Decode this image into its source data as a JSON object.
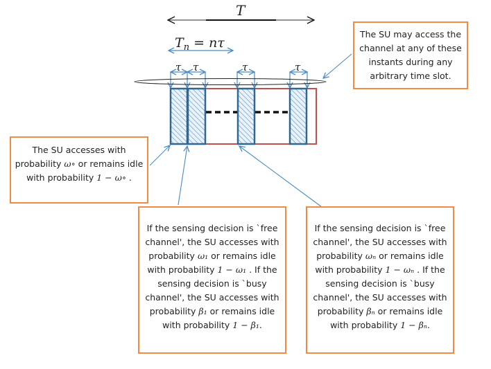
{
  "diagram": {
    "labels": {
      "frame_duration": "T",
      "sensing_duration": "Tn = nτ",
      "minislot": "τ"
    },
    "minislot_labels": [
      "τ",
      "τ",
      "τ",
      "τ"
    ],
    "slot_count_symbol": "n",
    "colors": {
      "slot_border": "#2e6890",
      "slot_hatch": "#8fb6d8",
      "frame_border": "#c0504d",
      "callout_border": "#f28a43",
      "arrow": "#4a8bc4",
      "dashes": "#111111"
    }
  },
  "callouts": {
    "instants": {
      "lines": [
        "The SU may access the",
        "channel at any of these",
        "instants during any",
        "arbitrary time slot."
      ]
    },
    "first": {
      "line1": "The SU accesses with",
      "line2_a": "probability ",
      "line2_m": "ω∘",
      "line2_b": " or remains idle",
      "line3_a": "with probability ",
      "line3_m": "1 − ω∘",
      "line3_b": " ."
    },
    "second": {
      "l1": "If the sensing decision is `free",
      "l2": "channel', the SU accesses with",
      "l3_a": "probability ",
      "l3_m": "ω₁",
      "l3_b": " or remains idle",
      "l4_a": "with probability ",
      "l4_m": "1 − ω₁",
      "l4_b": "  . If the",
      "l5": "sensing decision is `busy",
      "l6": "channel', the SU accesses with",
      "l7_a": "probability ",
      "l7_m": "β₁",
      "l7_b": " or remains idle",
      "l8_a": "with probability ",
      "l8_m": "1 − β₁",
      "l8_b": "."
    },
    "nth": {
      "l1": "If the sensing decision is `free",
      "l2": "channel', the SU accesses with",
      "l3_a": "probability ",
      "l3_m": "ωₙ",
      "l3_b": " or remains idle",
      "l4_a": "with probability ",
      "l4_m": "1 − ωₙ",
      "l4_b": "  . If the",
      "l5": "sensing decision is `busy",
      "l6": "channel', the SU accesses with",
      "l7_a": "probability ",
      "l7_m": "βₙ",
      "l7_b": " or remains idle",
      "l8_a": "with probability ",
      "l8_m": "1 − βₙ",
      "l8_b": "."
    }
  }
}
